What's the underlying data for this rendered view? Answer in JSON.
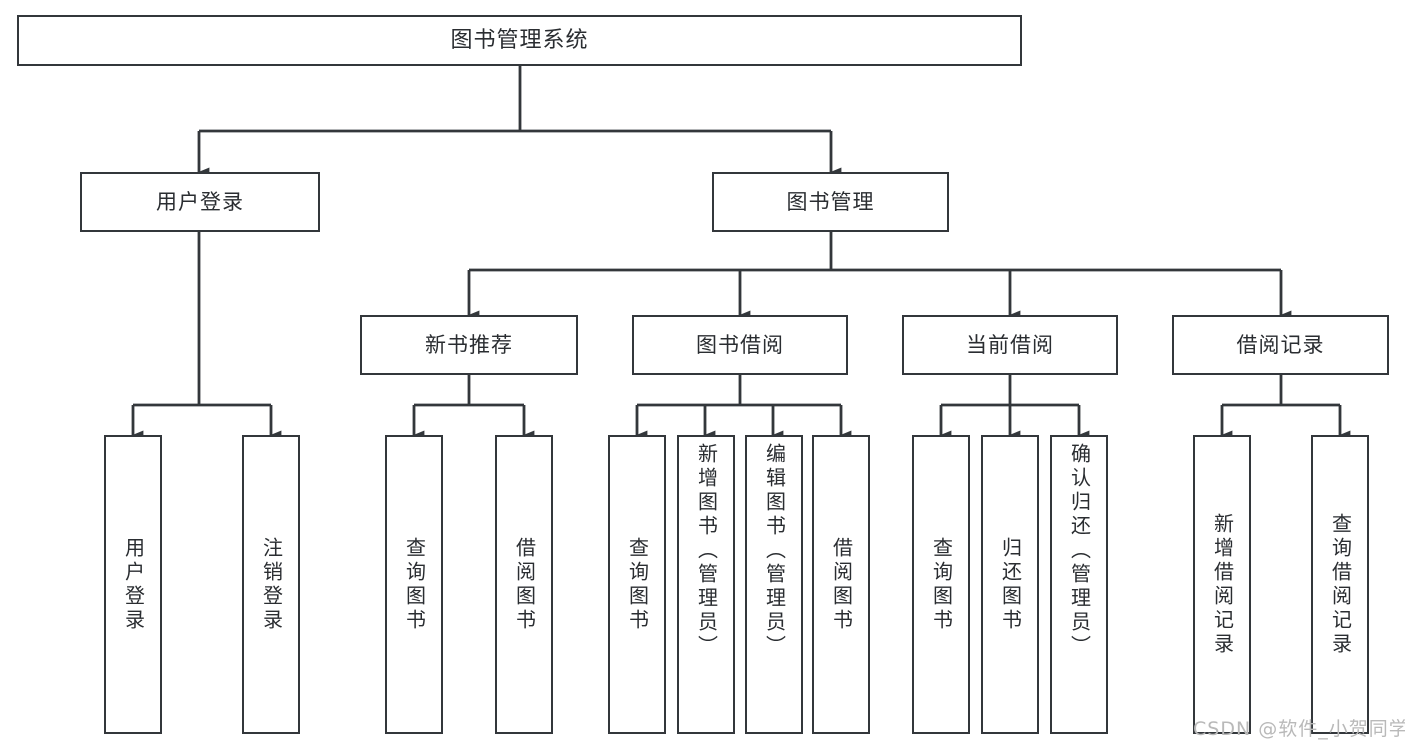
{
  "diagram": {
    "title": "图书管理系统",
    "type": "功能结构图",
    "colors": {
      "stroke": "#33373b",
      "fill": "#ffffff",
      "text": "#2a2d31",
      "watermark": "#b9b9b9"
    },
    "watermark": "CSDN @软件_小贺同学",
    "levels": {
      "root": {
        "label": "图书管理系统"
      },
      "level1": [
        {
          "label": "用户登录"
        },
        {
          "label": "图书管理"
        }
      ],
      "level2": [
        {
          "label": "新书推荐"
        },
        {
          "label": "图书借阅"
        },
        {
          "label": "当前借阅"
        },
        {
          "label": "借阅记录"
        }
      ],
      "level3": [
        {
          "label": "用户登录",
          "parent": "用户登录"
        },
        {
          "label": "注销登录",
          "parent": "用户登录"
        },
        {
          "label": "查询图书",
          "parent": "新书推荐"
        },
        {
          "label": "借阅图书",
          "parent": "新书推荐"
        },
        {
          "label": "查询图书",
          "parent": "图书借阅"
        },
        {
          "label": "新增图书（管理员）",
          "parent": "图书借阅"
        },
        {
          "label": "编辑图书（管理员）",
          "parent": "图书借阅"
        },
        {
          "label": "借阅图书",
          "parent": "图书借阅"
        },
        {
          "label": "查询图书",
          "parent": "当前借阅"
        },
        {
          "label": "归还图书",
          "parent": "当前借阅"
        },
        {
          "label": "确认归还（管理员）",
          "parent": "当前借阅"
        },
        {
          "label": "新增借阅记录",
          "parent": "借阅记录"
        },
        {
          "label": "查询借阅记录",
          "parent": "借阅记录"
        }
      ]
    }
  }
}
